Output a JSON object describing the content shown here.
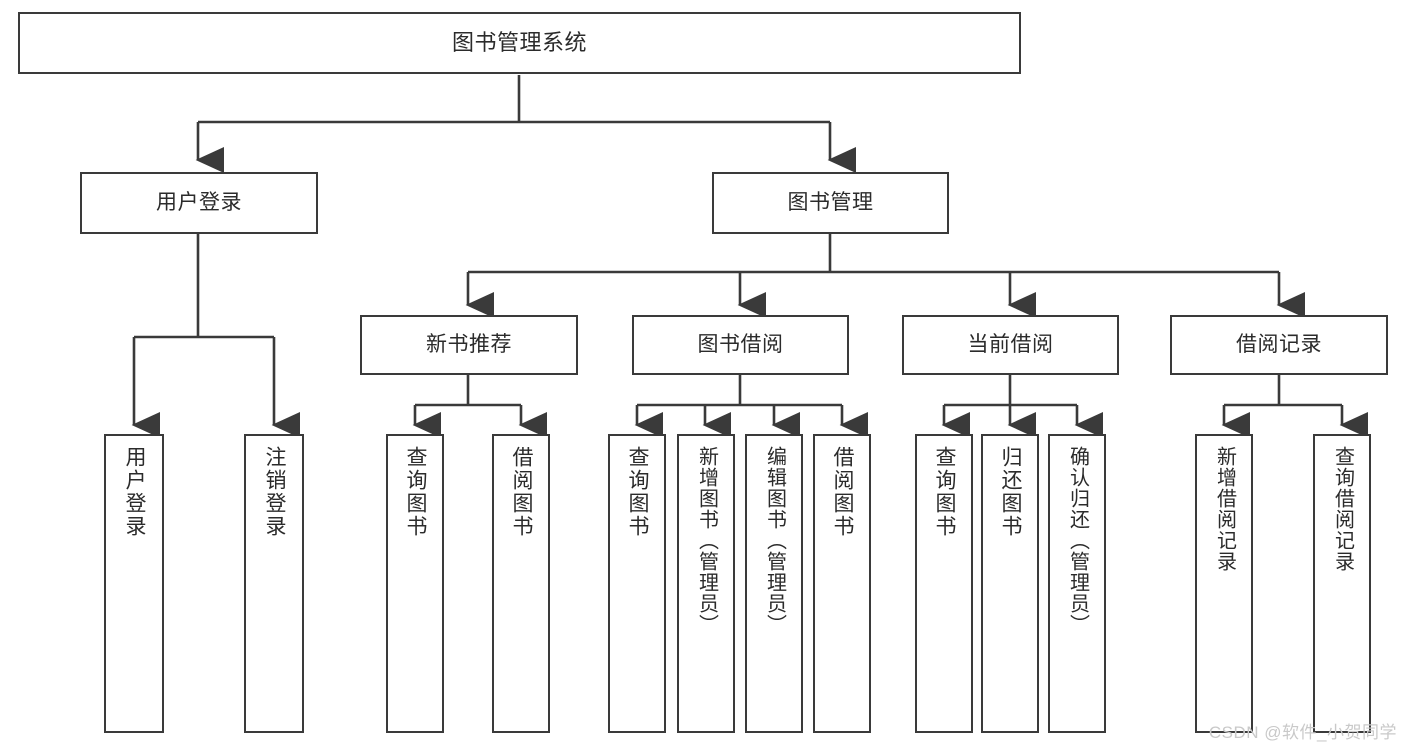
{
  "diagram": {
    "type": "tree-hierarchy-flowchart",
    "title": "图书管理系统",
    "stroke_color": "#3a3a3a",
    "text_color": "#2b2b2b",
    "background_color": "#ffffff",
    "nodes": {
      "root": {
        "label": "图书管理系统"
      },
      "level1": [
        {
          "id": "user-login",
          "label": "用户登录"
        },
        {
          "id": "book-manage",
          "label": "图书管理"
        }
      ],
      "level2": [
        {
          "id": "new-book-rec",
          "label": "新书推荐"
        },
        {
          "id": "book-borrow",
          "label": "图书借阅"
        },
        {
          "id": "current-borrow",
          "label": "当前借阅"
        },
        {
          "id": "borrow-record",
          "label": "借阅记录"
        }
      ],
      "leaves": {
        "user_login": [
          {
            "id": "leaf-user-login",
            "label": "用户登录"
          },
          {
            "id": "leaf-logout",
            "label": "注销登录"
          }
        ],
        "new_book_rec": [
          {
            "id": "leaf-query-book-1",
            "label": "查询图书"
          },
          {
            "id": "leaf-borrow-book-1",
            "label": "借阅图书"
          }
        ],
        "book_borrow": [
          {
            "id": "leaf-query-book-2",
            "label": "查询图书"
          },
          {
            "id": "leaf-add-book",
            "label": "新增图书（管理员）"
          },
          {
            "id": "leaf-edit-book",
            "label": "编辑图书（管理员）"
          },
          {
            "id": "leaf-borrow-book-2",
            "label": "借阅图书"
          }
        ],
        "current_borrow": [
          {
            "id": "leaf-query-book-3",
            "label": "查询图书"
          },
          {
            "id": "leaf-return-book",
            "label": "归还图书"
          },
          {
            "id": "leaf-confirm-return",
            "label": "确认归还（管理员）"
          }
        ],
        "borrow_record": [
          {
            "id": "leaf-add-record",
            "label": "新增借阅记录"
          },
          {
            "id": "leaf-query-record",
            "label": "查询借阅记录"
          }
        ]
      }
    }
  },
  "watermark": {
    "text": "CSDN @软件_小贺同学"
  }
}
